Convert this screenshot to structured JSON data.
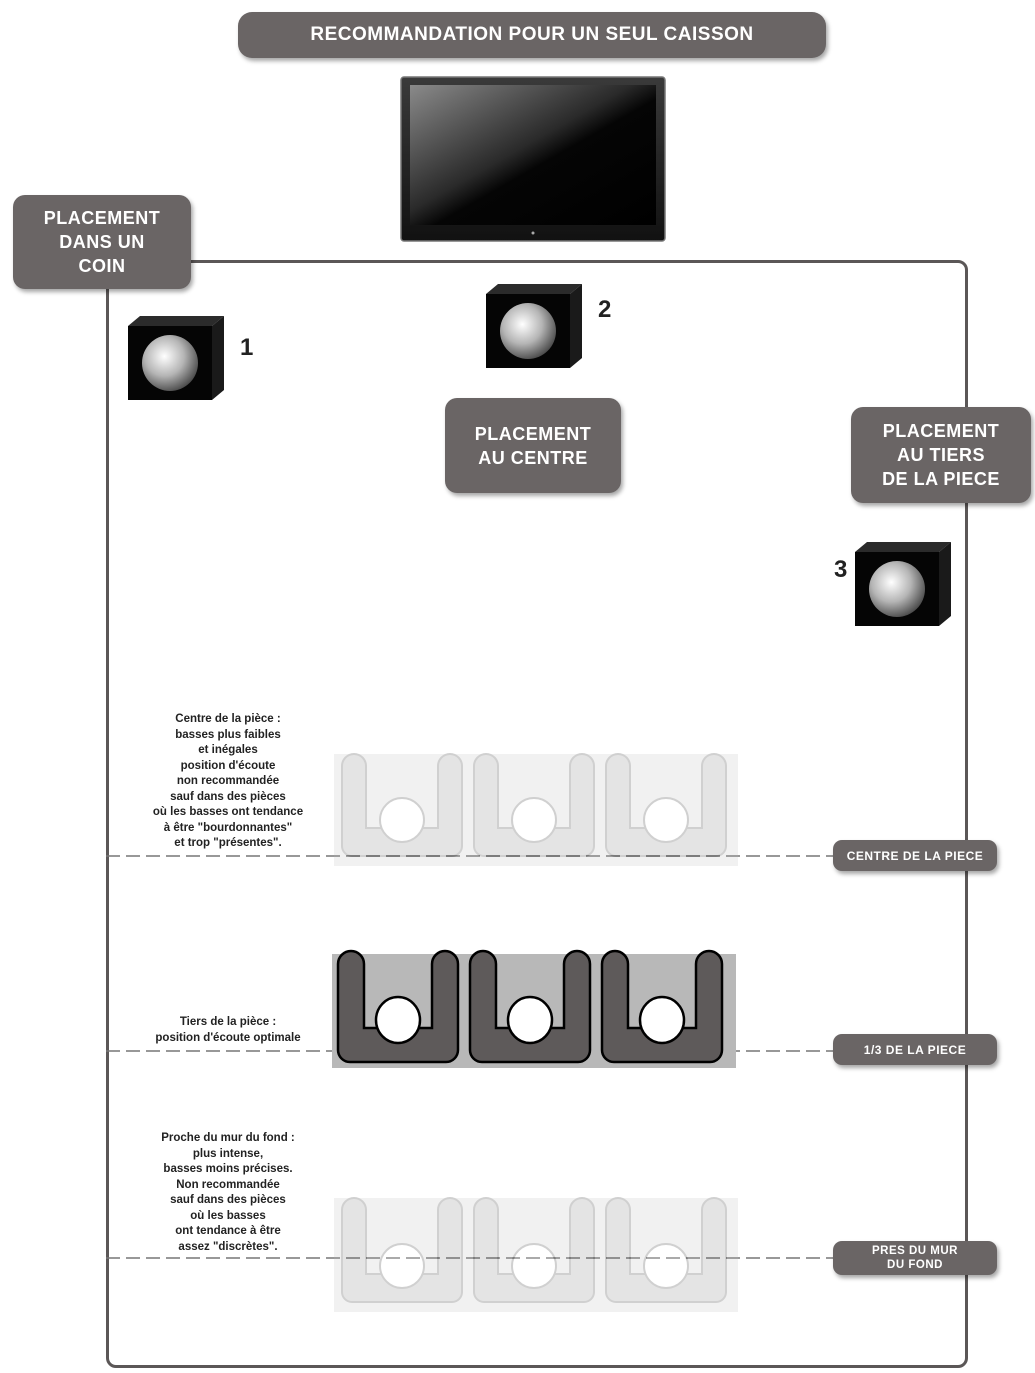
{
  "title": "RECOMMANDATION POUR UN SEUL CAISSON",
  "placements": {
    "corner": [
      "PLACEMENT",
      "DANS UN",
      "COIN"
    ],
    "center": [
      "PLACEMENT",
      "AU CENTRE"
    ],
    "third": [
      "PLACEMENT",
      "AU TIERS",
      "DE LA PIECE"
    ]
  },
  "subwoofers": [
    {
      "number": "1"
    },
    {
      "number": "2"
    },
    {
      "number": "3"
    }
  ],
  "rows": [
    {
      "label": "CENTRE DE LA PIECE",
      "note": "Centre de la pièce :\nbasses plus faibles\net inégales\nposition d'écoute\nnon recommandée\nsauf dans des pièces\noù les basses ont tendance\nà être \"bourdonnantes\"\net trop \"présentes\".",
      "emphasis": "faded"
    },
    {
      "label": "1/3 DE LA PIECE",
      "note": "Tiers de la pièce :\nposition d'écoute optimale",
      "emphasis": "highlighted"
    },
    {
      "label": [
        "PRES DU MUR",
        "DU FOND"
      ],
      "note": "Proche du mur du fond :\nplus intense,\nbasses moins précises.\nNon recommandée\nsauf dans des pièces\noù les basses\nont tendance à être\nassez \"discrètes\".",
      "emphasis": "faded"
    }
  ]
}
